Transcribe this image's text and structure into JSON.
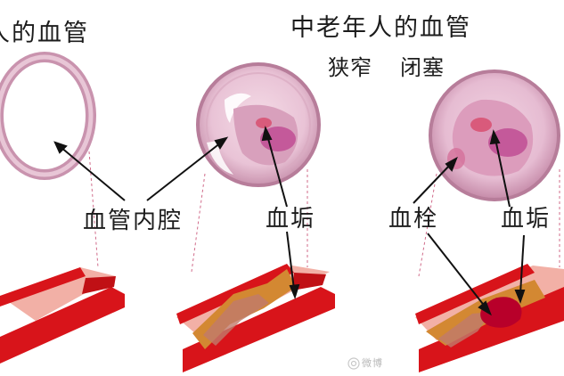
{
  "titles": {
    "young": "人的血管",
    "elderly": "中老年人的血管"
  },
  "states": {
    "narrow": "狭窄",
    "blocked": "闭塞"
  },
  "labels": {
    "lumen": "血管内腔",
    "plaque_1": "血垢",
    "thrombus": "血栓",
    "plaque_2": "血垢"
  },
  "watermark": "微博",
  "colors": {
    "vessel_red": "#d8141a",
    "vessel_inner": "#f2b0a6",
    "plaque": "#d38832",
    "tissue_pink": "#e6b9d0",
    "tissue_ring": "#c993ae",
    "thrombus_red": "#b8002a",
    "connector_line": "#d06b8a"
  }
}
